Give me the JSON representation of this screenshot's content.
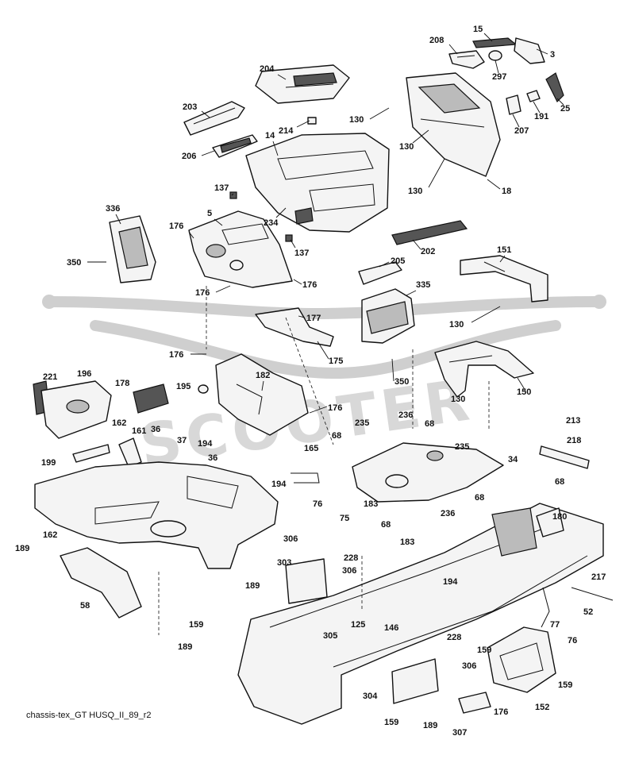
{
  "caption": "chassis-tex_GT HUSQ_II_89_r2",
  "watermark": "SCOOTER",
  "callouts": [
    {
      "id": "c15",
      "label": "15"
    },
    {
      "id": "c208",
      "label": "208"
    },
    {
      "id": "c3",
      "label": "3"
    },
    {
      "id": "c297",
      "label": "297"
    },
    {
      "id": "c25",
      "label": "25"
    },
    {
      "id": "c204",
      "label": "204"
    },
    {
      "id": "c203",
      "label": "203"
    },
    {
      "id": "c130a",
      "label": "130"
    },
    {
      "id": "c191",
      "label": "191"
    },
    {
      "id": "c207",
      "label": "207"
    },
    {
      "id": "c214",
      "label": "214"
    },
    {
      "id": "c14",
      "label": "14"
    },
    {
      "id": "c130b",
      "label": "130"
    },
    {
      "id": "c206",
      "label": "206"
    },
    {
      "id": "c130c",
      "label": "130"
    },
    {
      "id": "c18",
      "label": "18"
    },
    {
      "id": "c137a",
      "label": "137"
    },
    {
      "id": "c336",
      "label": "336"
    },
    {
      "id": "c5",
      "label": "5"
    },
    {
      "id": "c234",
      "label": "234"
    },
    {
      "id": "c176a",
      "label": "176"
    },
    {
      "id": "c137b",
      "label": "137"
    },
    {
      "id": "c202",
      "label": "202"
    },
    {
      "id": "c151",
      "label": "151"
    },
    {
      "id": "c350a",
      "label": "350"
    },
    {
      "id": "c205",
      "label": "205"
    },
    {
      "id": "c176b",
      "label": "176"
    },
    {
      "id": "c176c",
      "label": "176"
    },
    {
      "id": "c335",
      "label": "335"
    },
    {
      "id": "c130d",
      "label": "130"
    },
    {
      "id": "c177",
      "label": "177"
    },
    {
      "id": "c175",
      "label": "175"
    },
    {
      "id": "c176d",
      "label": "176"
    },
    {
      "id": "c182",
      "label": "182"
    },
    {
      "id": "c350b",
      "label": "350"
    },
    {
      "id": "c221",
      "label": "221"
    },
    {
      "id": "c196",
      "label": "196"
    },
    {
      "id": "c178",
      "label": "178"
    },
    {
      "id": "c195",
      "label": "195"
    },
    {
      "id": "c150",
      "label": "150"
    },
    {
      "id": "c130e",
      "label": "130"
    },
    {
      "id": "c176e",
      "label": "176"
    },
    {
      "id": "c162a",
      "label": "162"
    },
    {
      "id": "c236a",
      "label": "236"
    },
    {
      "id": "c235a",
      "label": "235"
    },
    {
      "id": "c68a",
      "label": "68"
    },
    {
      "id": "c213",
      "label": "213"
    },
    {
      "id": "c161",
      "label": "161"
    },
    {
      "id": "c36a",
      "label": "36"
    },
    {
      "id": "c37",
      "label": "37"
    },
    {
      "id": "c194a",
      "label": "194"
    },
    {
      "id": "c68b",
      "label": "68"
    },
    {
      "id": "c235b",
      "label": "235"
    },
    {
      "id": "c218",
      "label": "218"
    },
    {
      "id": "c199",
      "label": "199"
    },
    {
      "id": "c36b",
      "label": "36"
    },
    {
      "id": "c165",
      "label": "165"
    },
    {
      "id": "c34",
      "label": "34"
    },
    {
      "id": "c194b",
      "label": "194"
    },
    {
      "id": "c68c",
      "label": "68"
    },
    {
      "id": "c68d",
      "label": "68"
    },
    {
      "id": "c76a",
      "label": "76"
    },
    {
      "id": "c183a",
      "label": "183"
    },
    {
      "id": "c236b",
      "label": "236"
    },
    {
      "id": "c75",
      "label": "75"
    },
    {
      "id": "c68e",
      "label": "68"
    },
    {
      "id": "c180",
      "label": "180"
    },
    {
      "id": "c162b",
      "label": "162"
    },
    {
      "id": "c306a",
      "label": "306"
    },
    {
      "id": "c183b",
      "label": "183"
    },
    {
      "id": "c189a",
      "label": "189"
    },
    {
      "id": "c303",
      "label": "303"
    },
    {
      "id": "c228a",
      "label": "228"
    },
    {
      "id": "c306b",
      "label": "306"
    },
    {
      "id": "c217",
      "label": "217"
    },
    {
      "id": "c189b",
      "label": "189"
    },
    {
      "id": "c194c",
      "label": "194"
    },
    {
      "id": "c58",
      "label": "58"
    },
    {
      "id": "c52",
      "label": "52"
    },
    {
      "id": "c77",
      "label": "77"
    },
    {
      "id": "c125",
      "label": "125"
    },
    {
      "id": "c146",
      "label": "146"
    },
    {
      "id": "c159a",
      "label": "159"
    },
    {
      "id": "c305",
      "label": "305"
    },
    {
      "id": "c228b",
      "label": "228"
    },
    {
      "id": "c76b",
      "label": "76"
    },
    {
      "id": "c159b",
      "label": "159"
    },
    {
      "id": "c189c",
      "label": "189"
    },
    {
      "id": "c306c",
      "label": "306"
    },
    {
      "id": "c159c",
      "label": "159"
    },
    {
      "id": "c304",
      "label": "304"
    },
    {
      "id": "c152",
      "label": "152"
    },
    {
      "id": "c176f",
      "label": "176"
    },
    {
      "id": "c159d",
      "label": "159"
    },
    {
      "id": "c189d",
      "label": "189"
    },
    {
      "id": "c307",
      "label": "307"
    }
  ]
}
